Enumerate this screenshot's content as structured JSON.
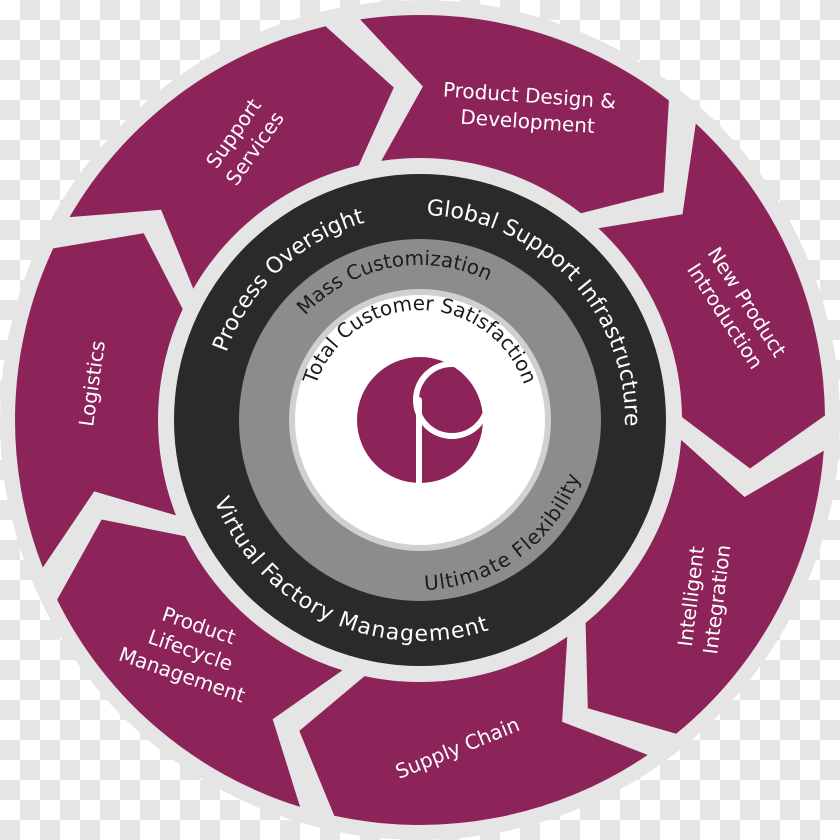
{
  "colors": {
    "segment": "#8d2459",
    "outer_ring": "#e5e5e5",
    "dark_ring": "#2a2a2c",
    "grey_ring": "#8c8c8c",
    "light_ring": "#d0d0d0",
    "center": "#ffffff",
    "logo": "#8d2459"
  },
  "segments": [
    {
      "lines": [
        "Product Design &",
        "Development"
      ]
    },
    {
      "lines": [
        "New Product",
        "Introduction"
      ]
    },
    {
      "lines": [
        "Intelligent",
        "Integration"
      ]
    },
    {
      "lines": [
        "Supply Chain"
      ]
    },
    {
      "lines": [
        "Product",
        "Lifecycle",
        "Management"
      ]
    },
    {
      "lines": [
        "Logistics"
      ]
    },
    {
      "lines": [
        "Support",
        "Services"
      ]
    }
  ],
  "dark_ring": {
    "process": "Process Oversight",
    "global": "Global Support Infrastructure",
    "virtual": "Virtual Factory Management"
  },
  "grey_ring": {
    "mass": "Mass Customization",
    "flex": "Ultimate Flexibility"
  },
  "white_ring": {
    "satisfaction": "Total Customer Satisfaction"
  },
  "logo": {
    "icon": "letter-p-logo-icon"
  }
}
